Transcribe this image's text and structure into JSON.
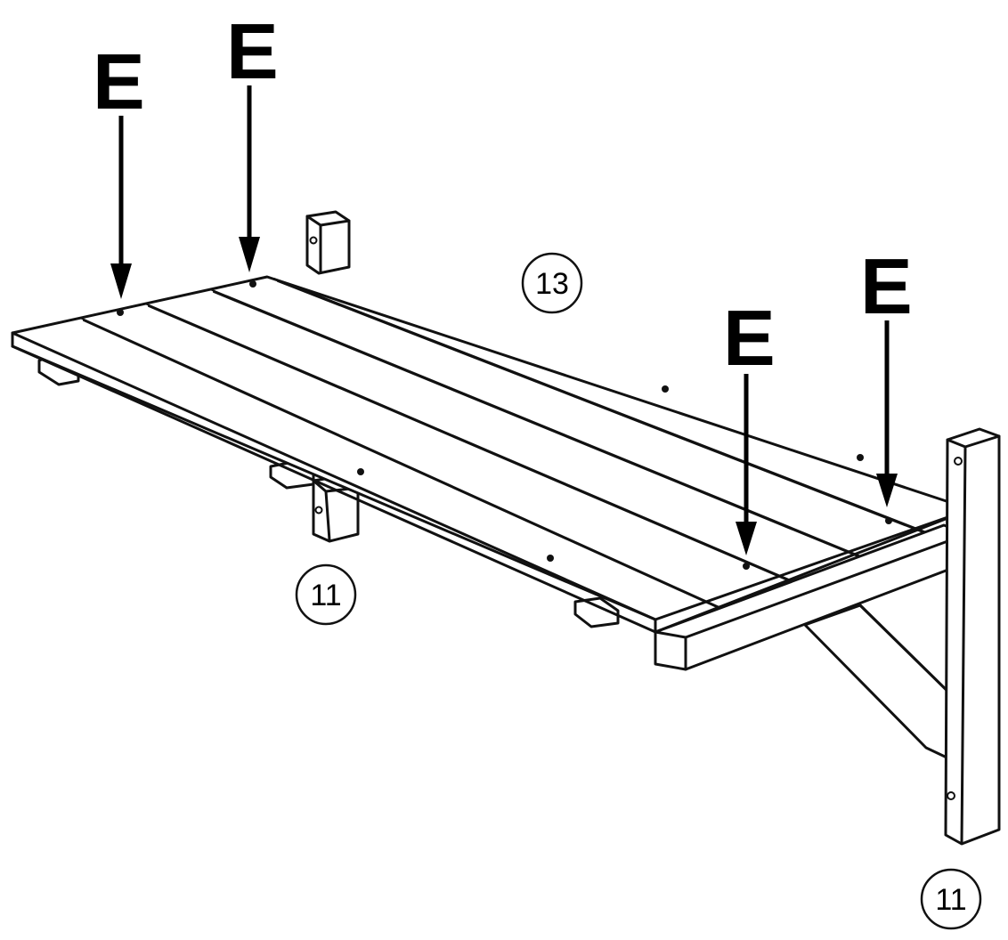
{
  "fastener_labels": [
    {
      "id": "e1",
      "text": "E"
    },
    {
      "id": "e2",
      "text": "E"
    },
    {
      "id": "e3",
      "text": "E"
    },
    {
      "id": "e4",
      "text": "E"
    }
  ],
  "part_numbers": {
    "seat_top": "13",
    "support_front": "11",
    "support_right": "11"
  }
}
